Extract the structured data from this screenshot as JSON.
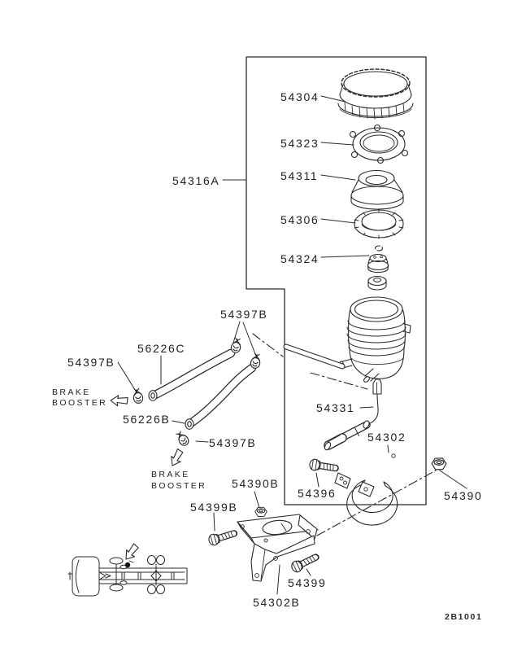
{
  "page": {
    "background": "#ffffff",
    "ink": "#2a2a2a",
    "drawing_code": "2B1001"
  },
  "callouts": {
    "assembly": "54316A",
    "cap": "54304",
    "cap_ring": "54323",
    "diaphragm": "54311",
    "strainer": "54306",
    "float": "54324",
    "clamp_top": "54397B",
    "hose_upper": "56226C",
    "clamp_left": "54397B",
    "hose_lower": "56226B",
    "clamp_lower": "54397B",
    "fluid_sensor": "54331",
    "band_clamp": "54302",
    "band_bolt": "54396",
    "nut": "54390",
    "bracket_nut": "54390B",
    "bracket_bolt_left": "54399B",
    "bracket_bolt_right": "54399",
    "bracket": "54302B"
  },
  "notes": {
    "brake_booster_left": {
      "line1": "BRAKE",
      "line2": "BOOSTER"
    },
    "brake_booster_bottom": {
      "line1": "BRAKE",
      "line2": "BOOSTER"
    }
  }
}
